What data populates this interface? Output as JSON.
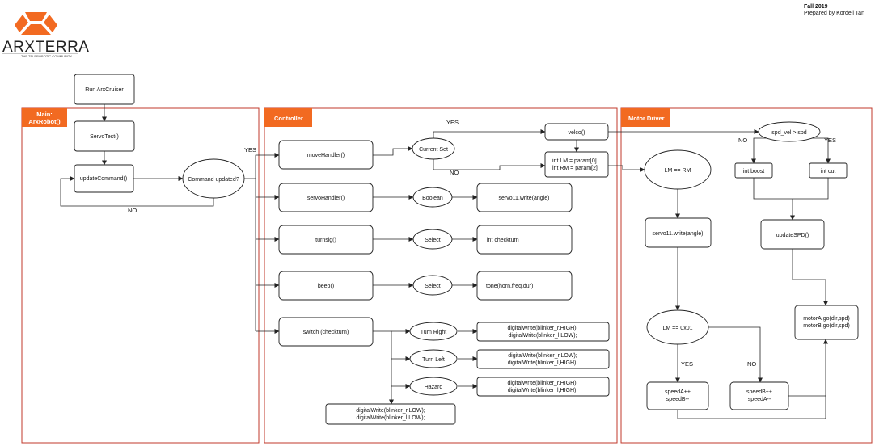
{
  "header": {
    "logo_text": "ARXTERRA",
    "logo_subtitle": "THE TELEROBOTIC COMMUNITY",
    "semester": "Fall 2019",
    "prepared_by": "Prepared by Kordell Tan"
  },
  "lanes": {
    "main": {
      "title_line1": "Main:",
      "title_line2": "ArxRobot()"
    },
    "controller": {
      "title": "Controller"
    },
    "motor": {
      "title": "Motor Driver"
    }
  },
  "main": {
    "run": "Run ArxCruiser",
    "servotest": "ServoTest()",
    "update": "updateCommand()",
    "decision": "Command updated?",
    "no_label": "NO",
    "yes_label": "YES"
  },
  "controller": {
    "move": "moveHandler()",
    "current_set": "Current Set",
    "yes_label": "YES",
    "no_label": "NO",
    "velco": "velco()",
    "param_line1": "int LM = param[0]",
    "param_line2": "int RM = param[2]",
    "servo": "servoHandler()",
    "boolean": "Boolean",
    "servo_write": "servo11.write(angle)",
    "turnsig": "turnsig()",
    "select1": "Select",
    "checkturn": "int checkturn",
    "beep": "beep()",
    "select2": "Select",
    "tone": "tone(horn,freq,dur)",
    "switch": "switch (checkturn)",
    "turn_right": "Turn Right",
    "tr_line1": "digitalWrite(blinker_r,HIGH);",
    "tr_line2": "digitalWrite(blinker_l,LOW);",
    "turn_left": "Turn Left",
    "tl_line1": "digitalWrite(blinker_r,LOW);",
    "tl_line2": "digitalWrite(blinker_l,HIGH);",
    "hazard": "Hazard",
    "hz_line1": "digitalWrite(blinker_r,HIGH);",
    "hz_line2": "digitalWrite(blinker_l,HIGH);",
    "default_line1": "digitalWrite(blinker_r,LOW);",
    "default_line2": "digitalWrite(blinker_l,LOW);"
  },
  "motor": {
    "lm_rm": "LM == RM",
    "servo_write": "servo11.write(angle)",
    "lm_01": "LM == 0x01",
    "yes_label": "YES",
    "no_label": "NO",
    "speedA_line1": "speedA++",
    "speedA_line2": "speedB--",
    "speedB_line1": "speedB++",
    "speedB_line2": "speedA--",
    "spd_vel": "spd_vel > spd",
    "spd_no": "NO",
    "spd_yes": "YES",
    "boost": "int boost",
    "cut": "int cut",
    "update_spd": "updateSPD()",
    "motor_line1": "motorA.go(dir,spd)",
    "motor_line2": "motorB.go(dir,spd)"
  }
}
